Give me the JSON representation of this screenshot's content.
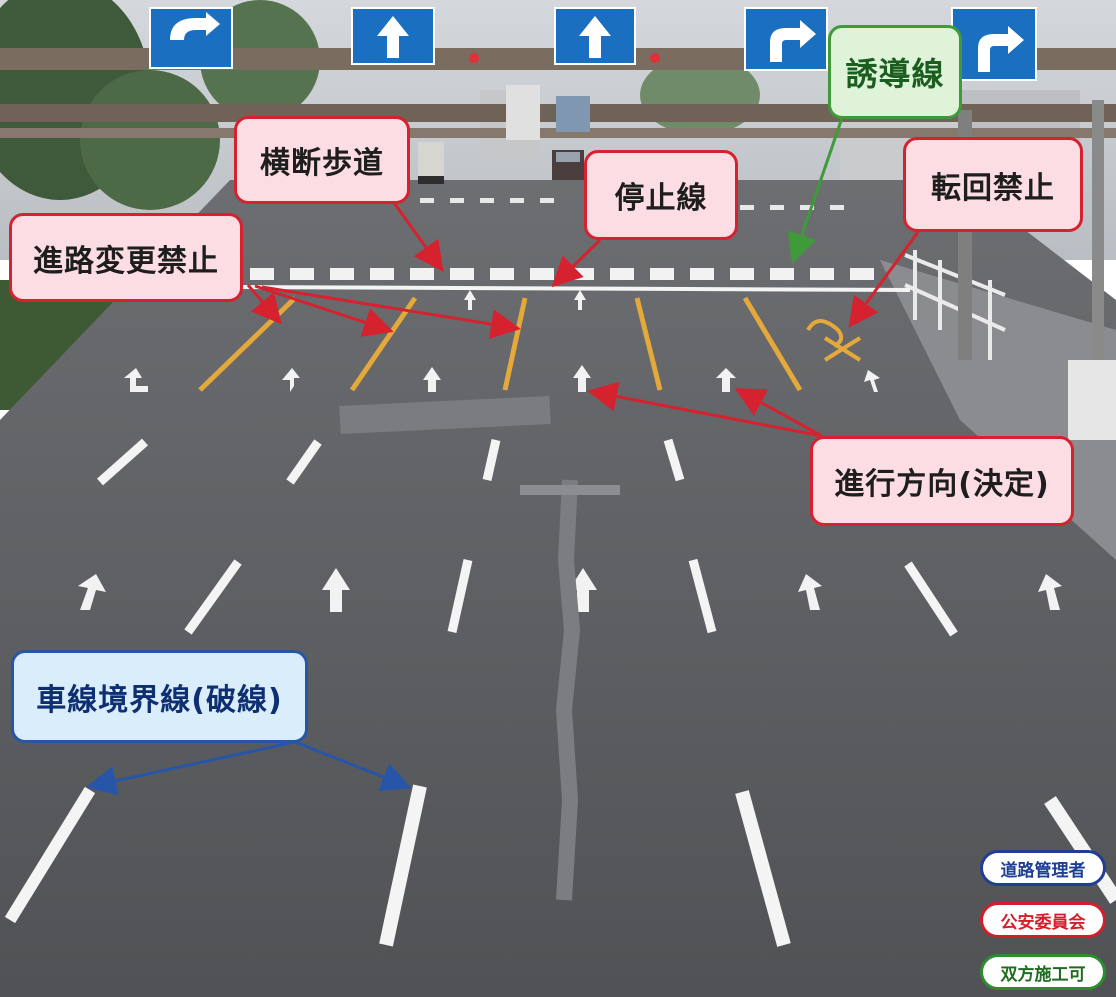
{
  "callouts": {
    "lane_change_prohibited": "進路変更禁止",
    "crosswalk": "横断歩道",
    "stop_line": "停止線",
    "guide_line": "誘導線",
    "u_turn_prohibited": "転回禁止",
    "direction_of_travel": "進行方向(決定)",
    "lane_boundary": "車線境界線(破線)"
  },
  "legend": {
    "road_administrator": "道路管理者",
    "public_safety_commission": "公安委員会",
    "both_can_construct": "双方施工可"
  },
  "colors": {
    "callout_red": "#d6222f",
    "callout_green": "#3f9a3a",
    "callout_blue": "#2756a8",
    "asphalt": "#5b5d60",
    "sign_blue": "#1a6fc0"
  }
}
